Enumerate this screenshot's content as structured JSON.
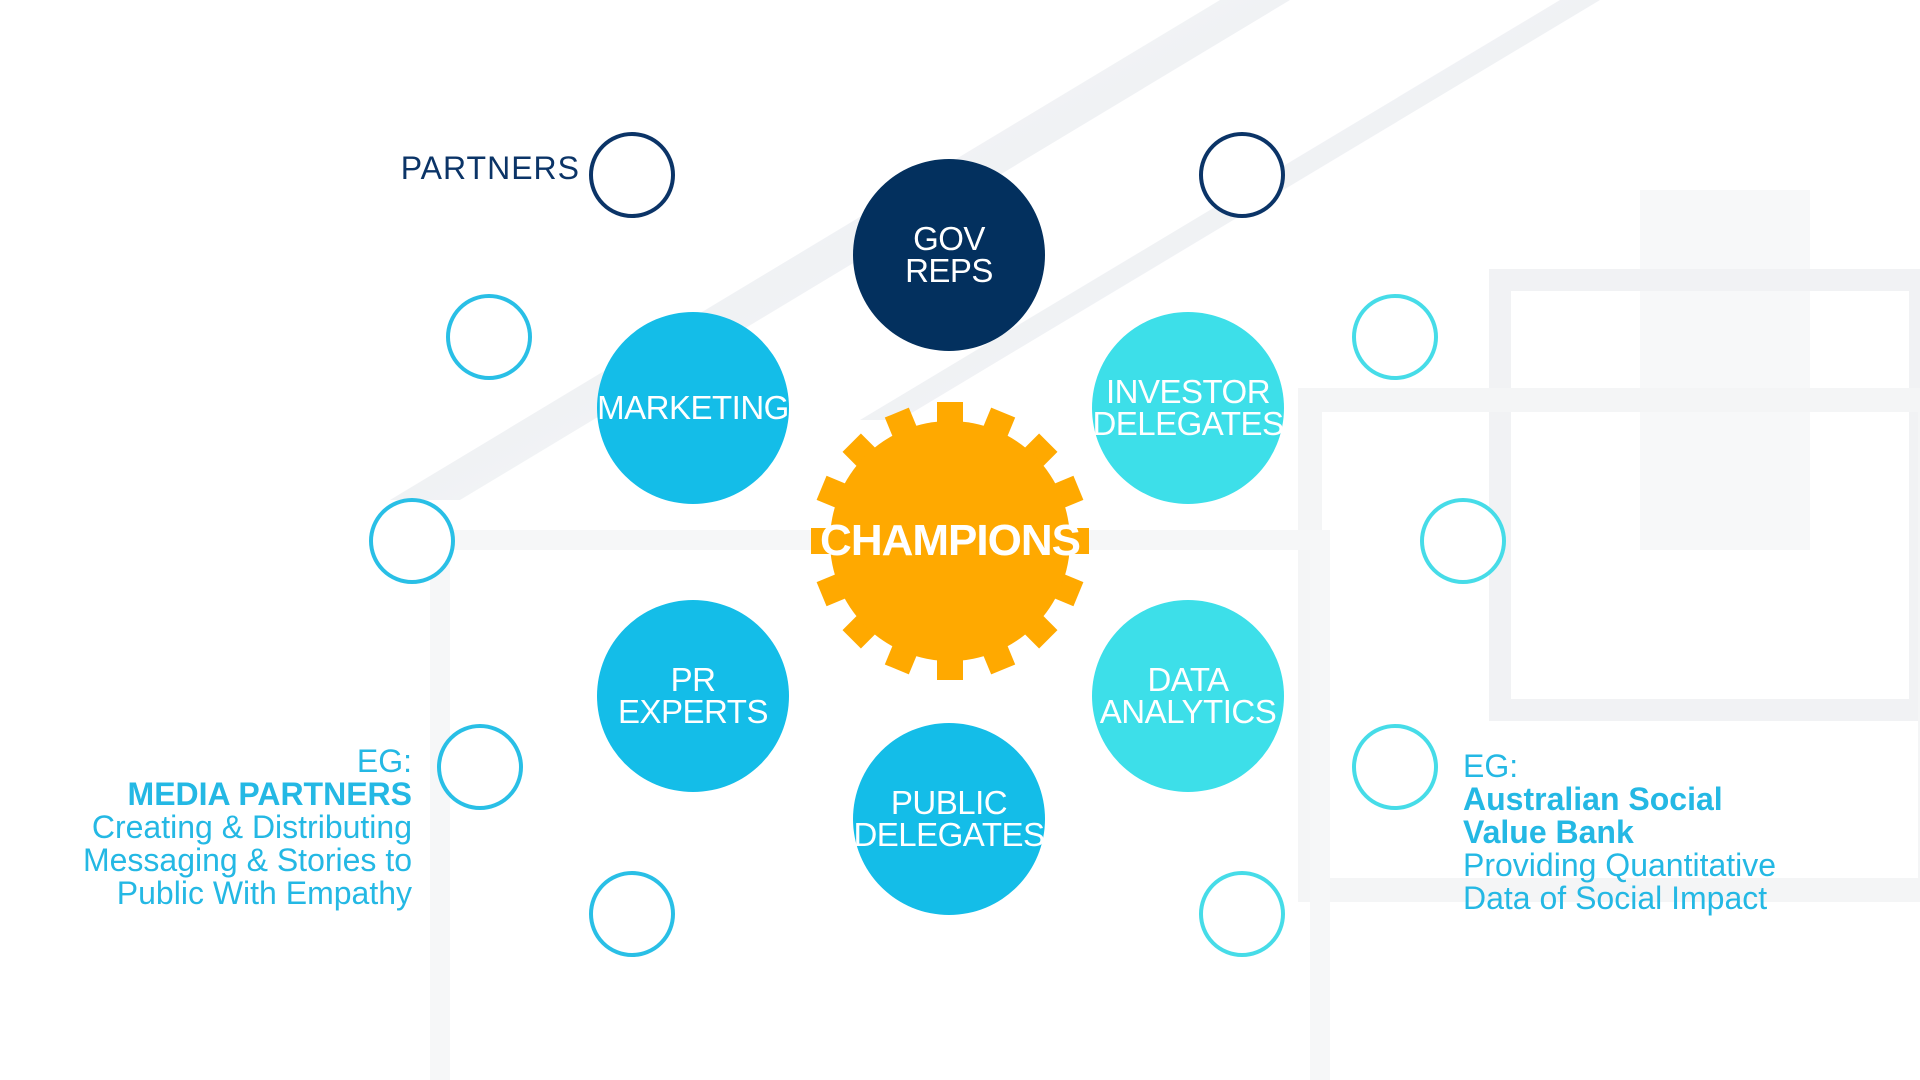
{
  "champions": "CHAMPIONS",
  "partners_label": "PARTNERS",
  "colors": {
    "navy": "#03305e",
    "blue": "#14bde8",
    "cyan": "#3ddfe9",
    "gear": "#ffa900",
    "text_blue": "#24b8e4"
  },
  "groups": {
    "gov_reps": "GOV\nREPS",
    "marketing": "MARKETING",
    "investor_delegates": "INVESTOR\nDELEGATES",
    "pr_experts": "PR\nEXPERTS",
    "data_analytics": "DATA\nANALYTICS",
    "public_delegates": "PUBLIC\nDELEGATES"
  },
  "left_example": {
    "eg": "EG:",
    "title": "MEDIA PARTNERS",
    "lines": [
      "Creating & Distributing",
      "Messaging & Stories to",
      "Public With Empathy"
    ]
  },
  "right_example": {
    "eg": "EG:",
    "title_lines": [
      "Australian Social",
      "Value Bank"
    ],
    "lines": [
      "Providing Quantitative",
      "Data of Social Impact"
    ]
  }
}
